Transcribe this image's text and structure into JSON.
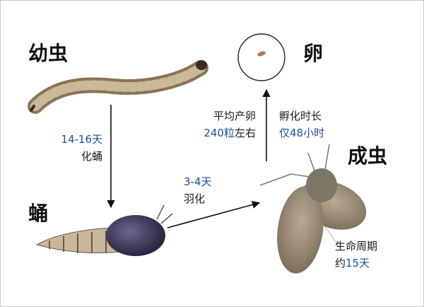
{
  "stages": {
    "larva": "幼虫",
    "pupa": "蛹",
    "egg": "卵",
    "adult": "成虫"
  },
  "transitions": {
    "larva_to_pupa": {
      "duration": "14-16天",
      "action": "化蛹"
    },
    "pupa_to_adult": {
      "duration": "3-4天",
      "action": "羽化"
    },
    "adult_to_egg": {
      "line1": "平均产卵",
      "count": "240粒",
      "suffix": "左右"
    },
    "egg_to_larva": {
      "line1": "孵化时长",
      "duration": "仅48小时"
    }
  },
  "adult_lifespan": {
    "line1": "生命周期",
    "prefix": "约",
    "days": "15天"
  },
  "colors": {
    "accent": "#1b4f9c",
    "text": "#1a1a1a",
    "border": "#c9c9c9"
  }
}
